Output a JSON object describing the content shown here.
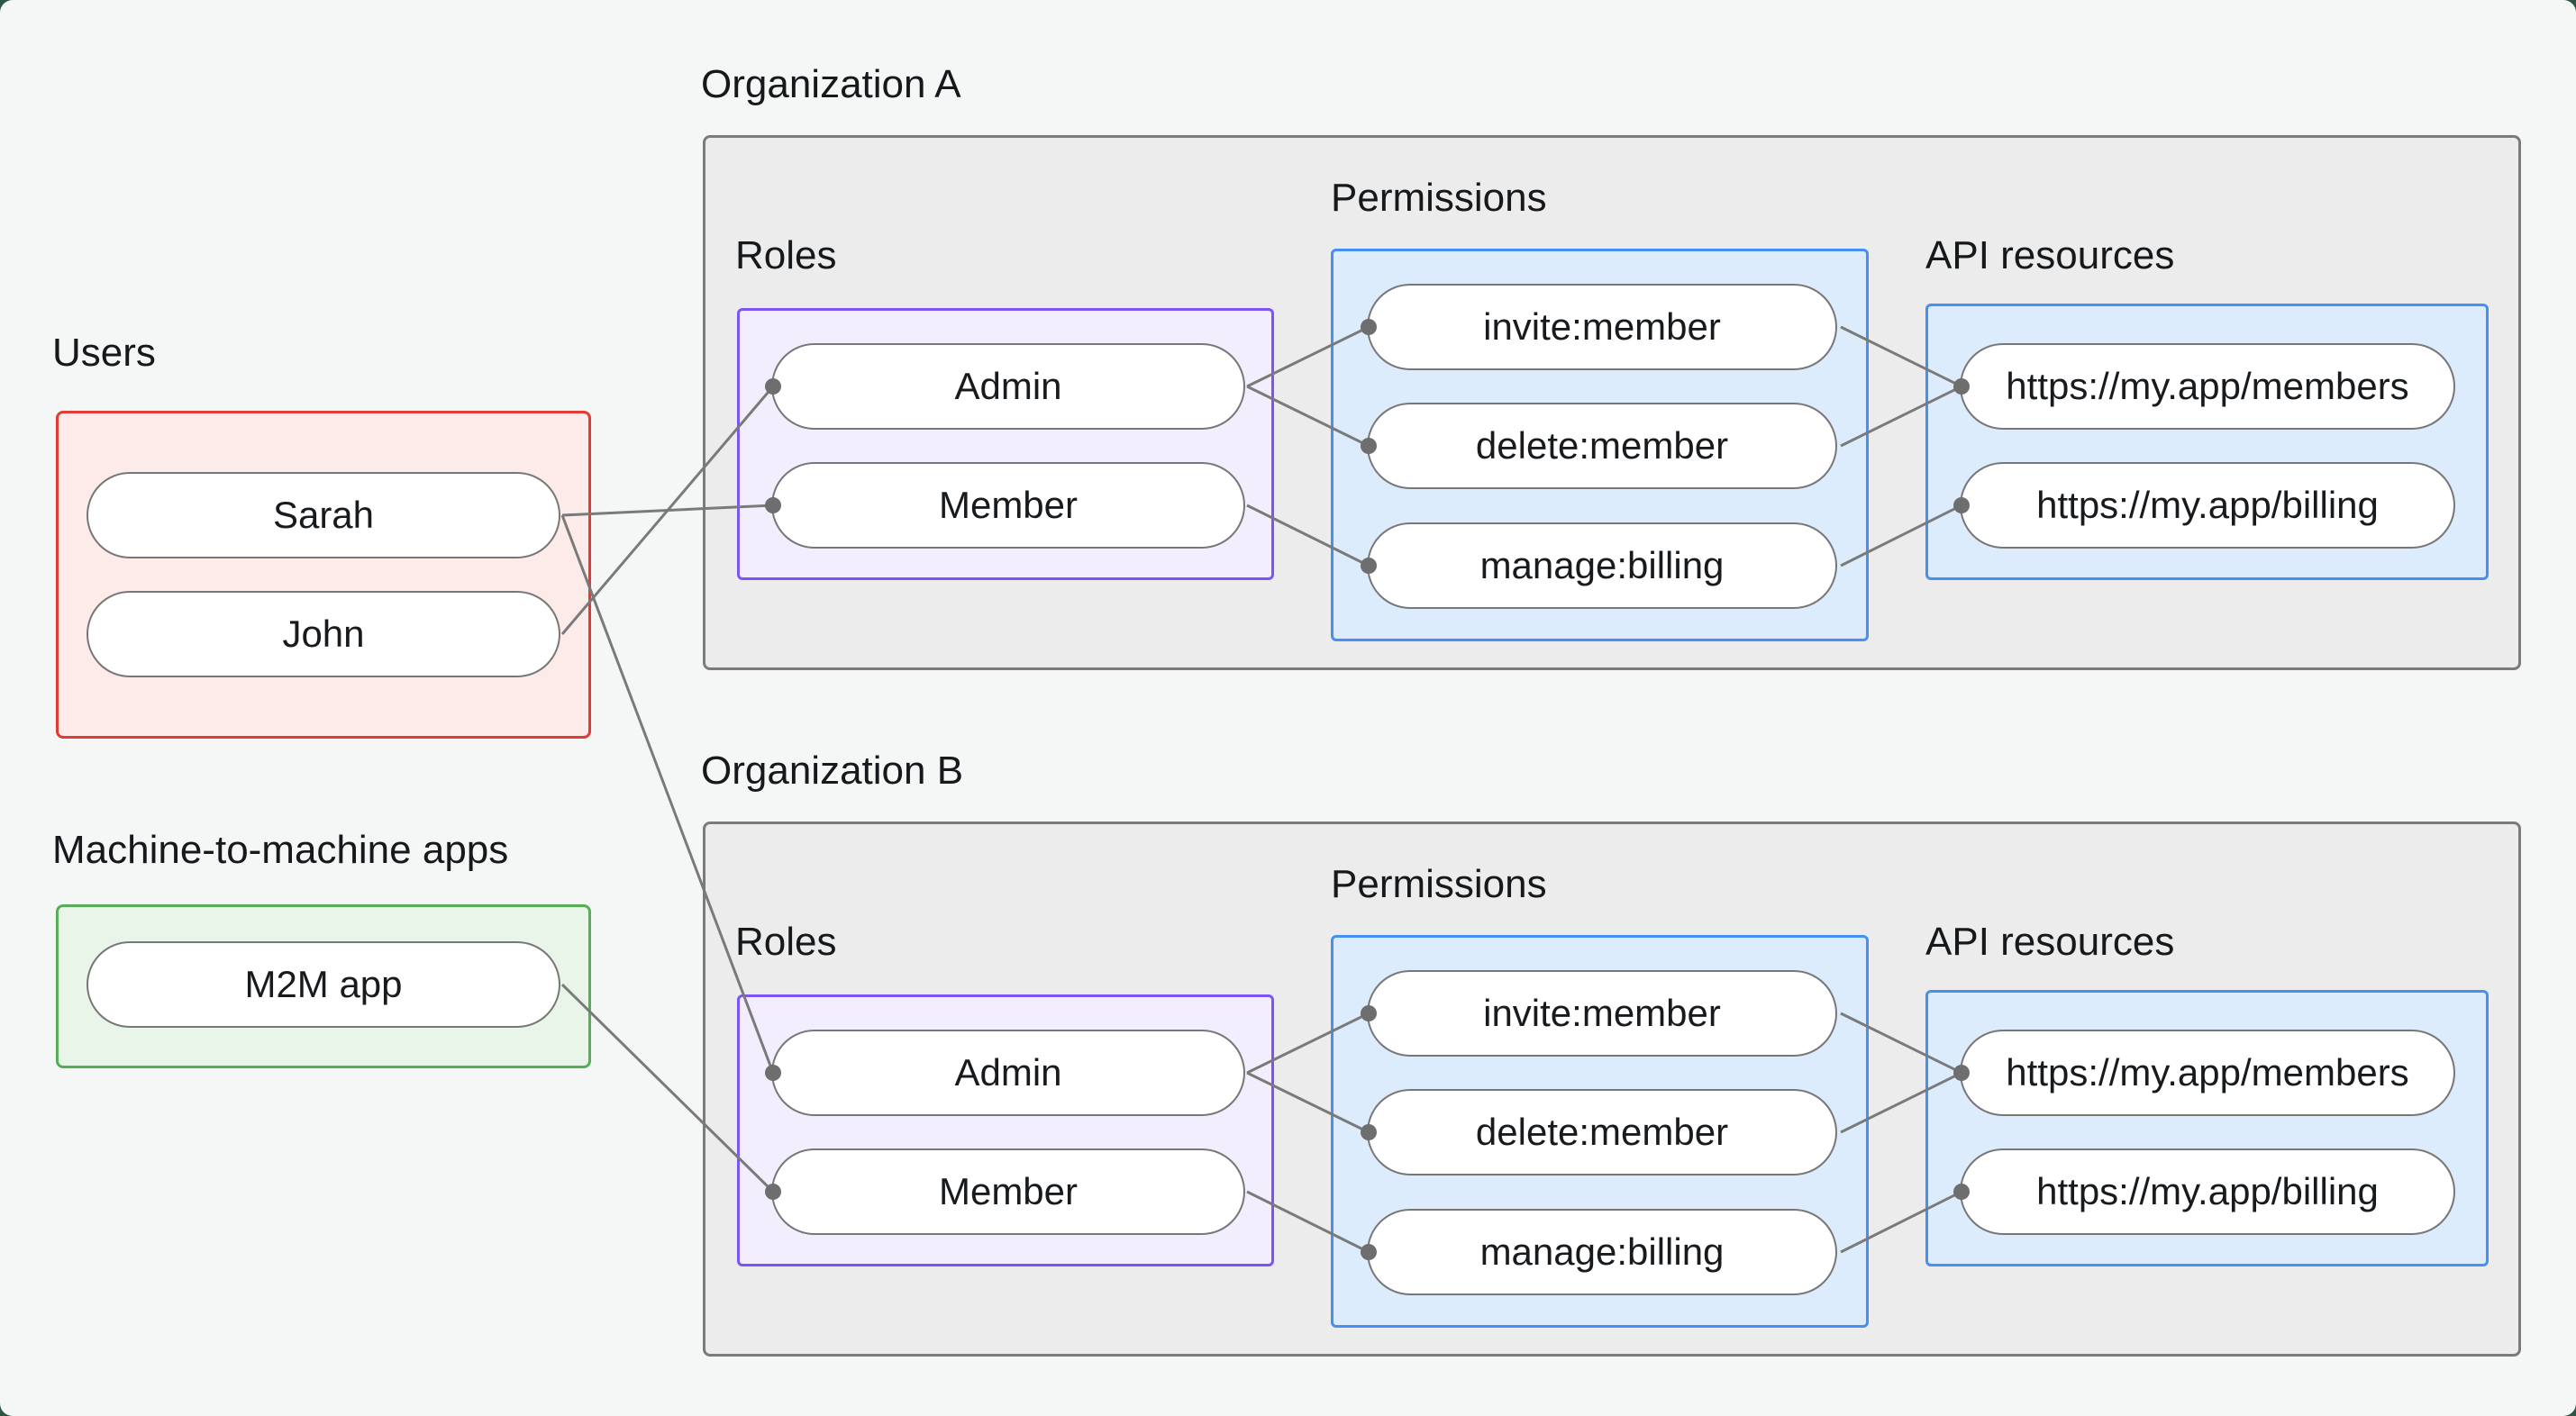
{
  "window": {
    "background": "#f5f7f6",
    "frame_background": "#2e5543"
  },
  "palette": {
    "connector_line": "#7a7a7a",
    "connector_dot": "#6e6e6e",
    "text": "#16191c",
    "node_fill": "#ffffff",
    "node_border": "#777777",
    "org_box_fill": "#ececec",
    "org_box_border": "#7b7b7b",
    "users_box_border": "#e23b36",
    "users_box_fill": "#fcebe9",
    "m2m_box_border": "#57ae57",
    "m2m_box_fill": "#eaf5e9",
    "roles_box_border": "#7b55f6",
    "roles_box_fill": "#f3eefd",
    "permissions_box_border": "#458ff5",
    "permissions_box_fill": "#dcecfc"
  },
  "users": {
    "label": "Users",
    "items": [
      "Sarah",
      "John"
    ]
  },
  "m2m": {
    "label": "Machine-to-machine apps",
    "items": [
      "M2M app"
    ]
  },
  "organizations": [
    {
      "label": "Organization A",
      "roles_label": "Roles",
      "permissions_label": "Permissions",
      "api_label": "API resources",
      "roles": [
        "Admin",
        "Member"
      ],
      "permissions": [
        "invite:member",
        "delete:member",
        "manage:billing"
      ],
      "api_resources": [
        "https://my.app/members",
        "https://my.app/billing"
      ]
    },
    {
      "label": "Organization B",
      "roles_label": "Roles",
      "permissions_label": "Permissions",
      "api_label": "API resources",
      "roles": [
        "Admin",
        "Member"
      ],
      "permissions": [
        "invite:member",
        "delete:member",
        "manage:billing"
      ],
      "api_resources": [
        "https://my.app/members",
        "https://my.app/billing"
      ]
    }
  ],
  "edges": [
    {
      "from": "Sarah",
      "to": "Organization A / Member"
    },
    {
      "from": "John",
      "to": "Organization A / Admin"
    },
    {
      "from": "Sarah",
      "to": "Organization B / Admin"
    },
    {
      "from": "M2M app",
      "to": "Organization B / Member"
    },
    {
      "from": "Organization A / Admin",
      "to": "Organization A / invite:member"
    },
    {
      "from": "Organization A / Admin",
      "to": "Organization A / delete:member"
    },
    {
      "from": "Organization A / Member",
      "to": "Organization A / manage:billing"
    },
    {
      "from": "Organization A / invite:member",
      "to": "Organization A / https://my.app/members"
    },
    {
      "from": "Organization A / delete:member",
      "to": "Organization A / https://my.app/members"
    },
    {
      "from": "Organization A / manage:billing",
      "to": "Organization A / https://my.app/billing"
    },
    {
      "from": "Organization B / Admin",
      "to": "Organization B / invite:member"
    },
    {
      "from": "Organization B / Admin",
      "to": "Organization B / delete:member"
    },
    {
      "from": "Organization B / Member",
      "to": "Organization B / manage:billing"
    },
    {
      "from": "Organization B / invite:member",
      "to": "Organization B / https://my.app/members"
    },
    {
      "from": "Organization B / delete:member",
      "to": "Organization B / https://my.app/members"
    },
    {
      "from": "Organization B / manage:billing",
      "to": "Organization B / https://my.app/billing"
    }
  ]
}
